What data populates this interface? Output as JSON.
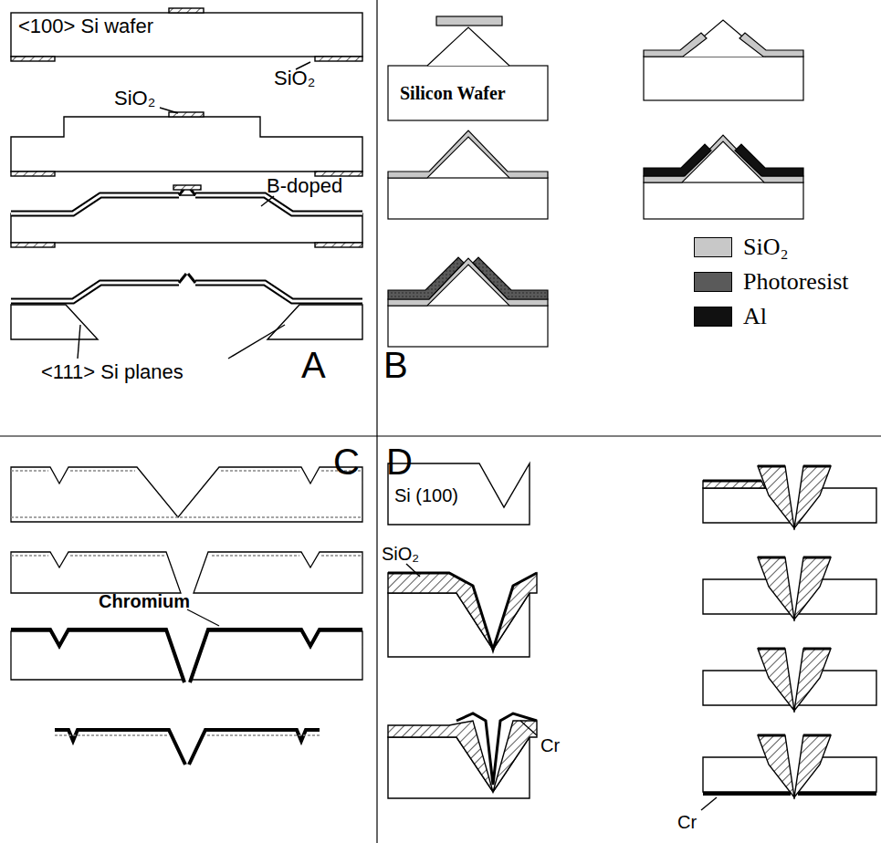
{
  "diagram": {
    "labels": [
      "<100> Si wafer",
      "SiO₂",
      "SiO₂",
      "B-doped",
      "<111> Si planes",
      "A",
      "B",
      "Silicon Wafer",
      "C",
      "D",
      "Chromium",
      "Si (100)",
      "SiO₂",
      "Cr",
      "Cr"
    ],
    "legend": [
      {
        "text": "SiO₂",
        "color": "#c8c8c8"
      },
      {
        "text": "Photoresist",
        "color": "#5a5a5a"
      },
      {
        "text": "Al",
        "color": "#111111"
      }
    ]
  }
}
